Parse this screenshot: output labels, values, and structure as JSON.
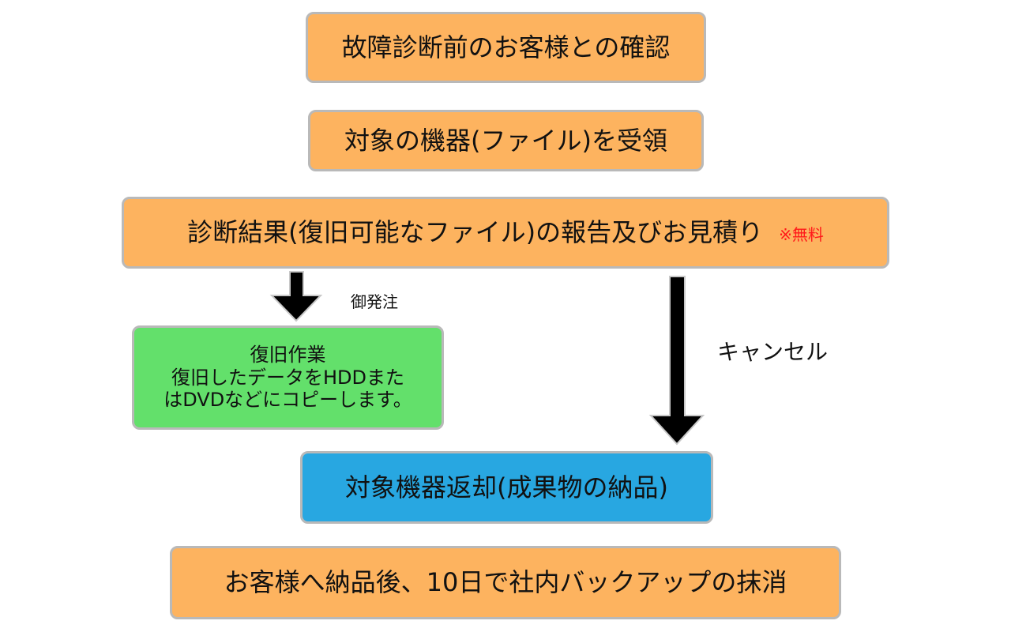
{
  "flow": {
    "confirm": "故障診断前のお客様との確認",
    "receive": "対象の機器(ファイル)を受領",
    "report": "診断結果(復旧可能なファイル)の報告及びお見積り",
    "report_note": "※無料",
    "order_label": "御発注",
    "cancel_label": "キャンセル",
    "recovery": {
      "title": "復旧作業",
      "line1": "復旧したデータをHDDまた",
      "line2": "はDVDなどにコピーします。"
    },
    "return": "対象機器返却(成果物の納品)",
    "delete": "お客様へ納品後、10日で社内バックアップの抹消"
  },
  "colors": {
    "orange_box": "#fdb35f",
    "green_box": "#63e06b",
    "blue_box": "#28a7e1",
    "border": "#b9b9b9",
    "note": "#ff1a1a"
  }
}
